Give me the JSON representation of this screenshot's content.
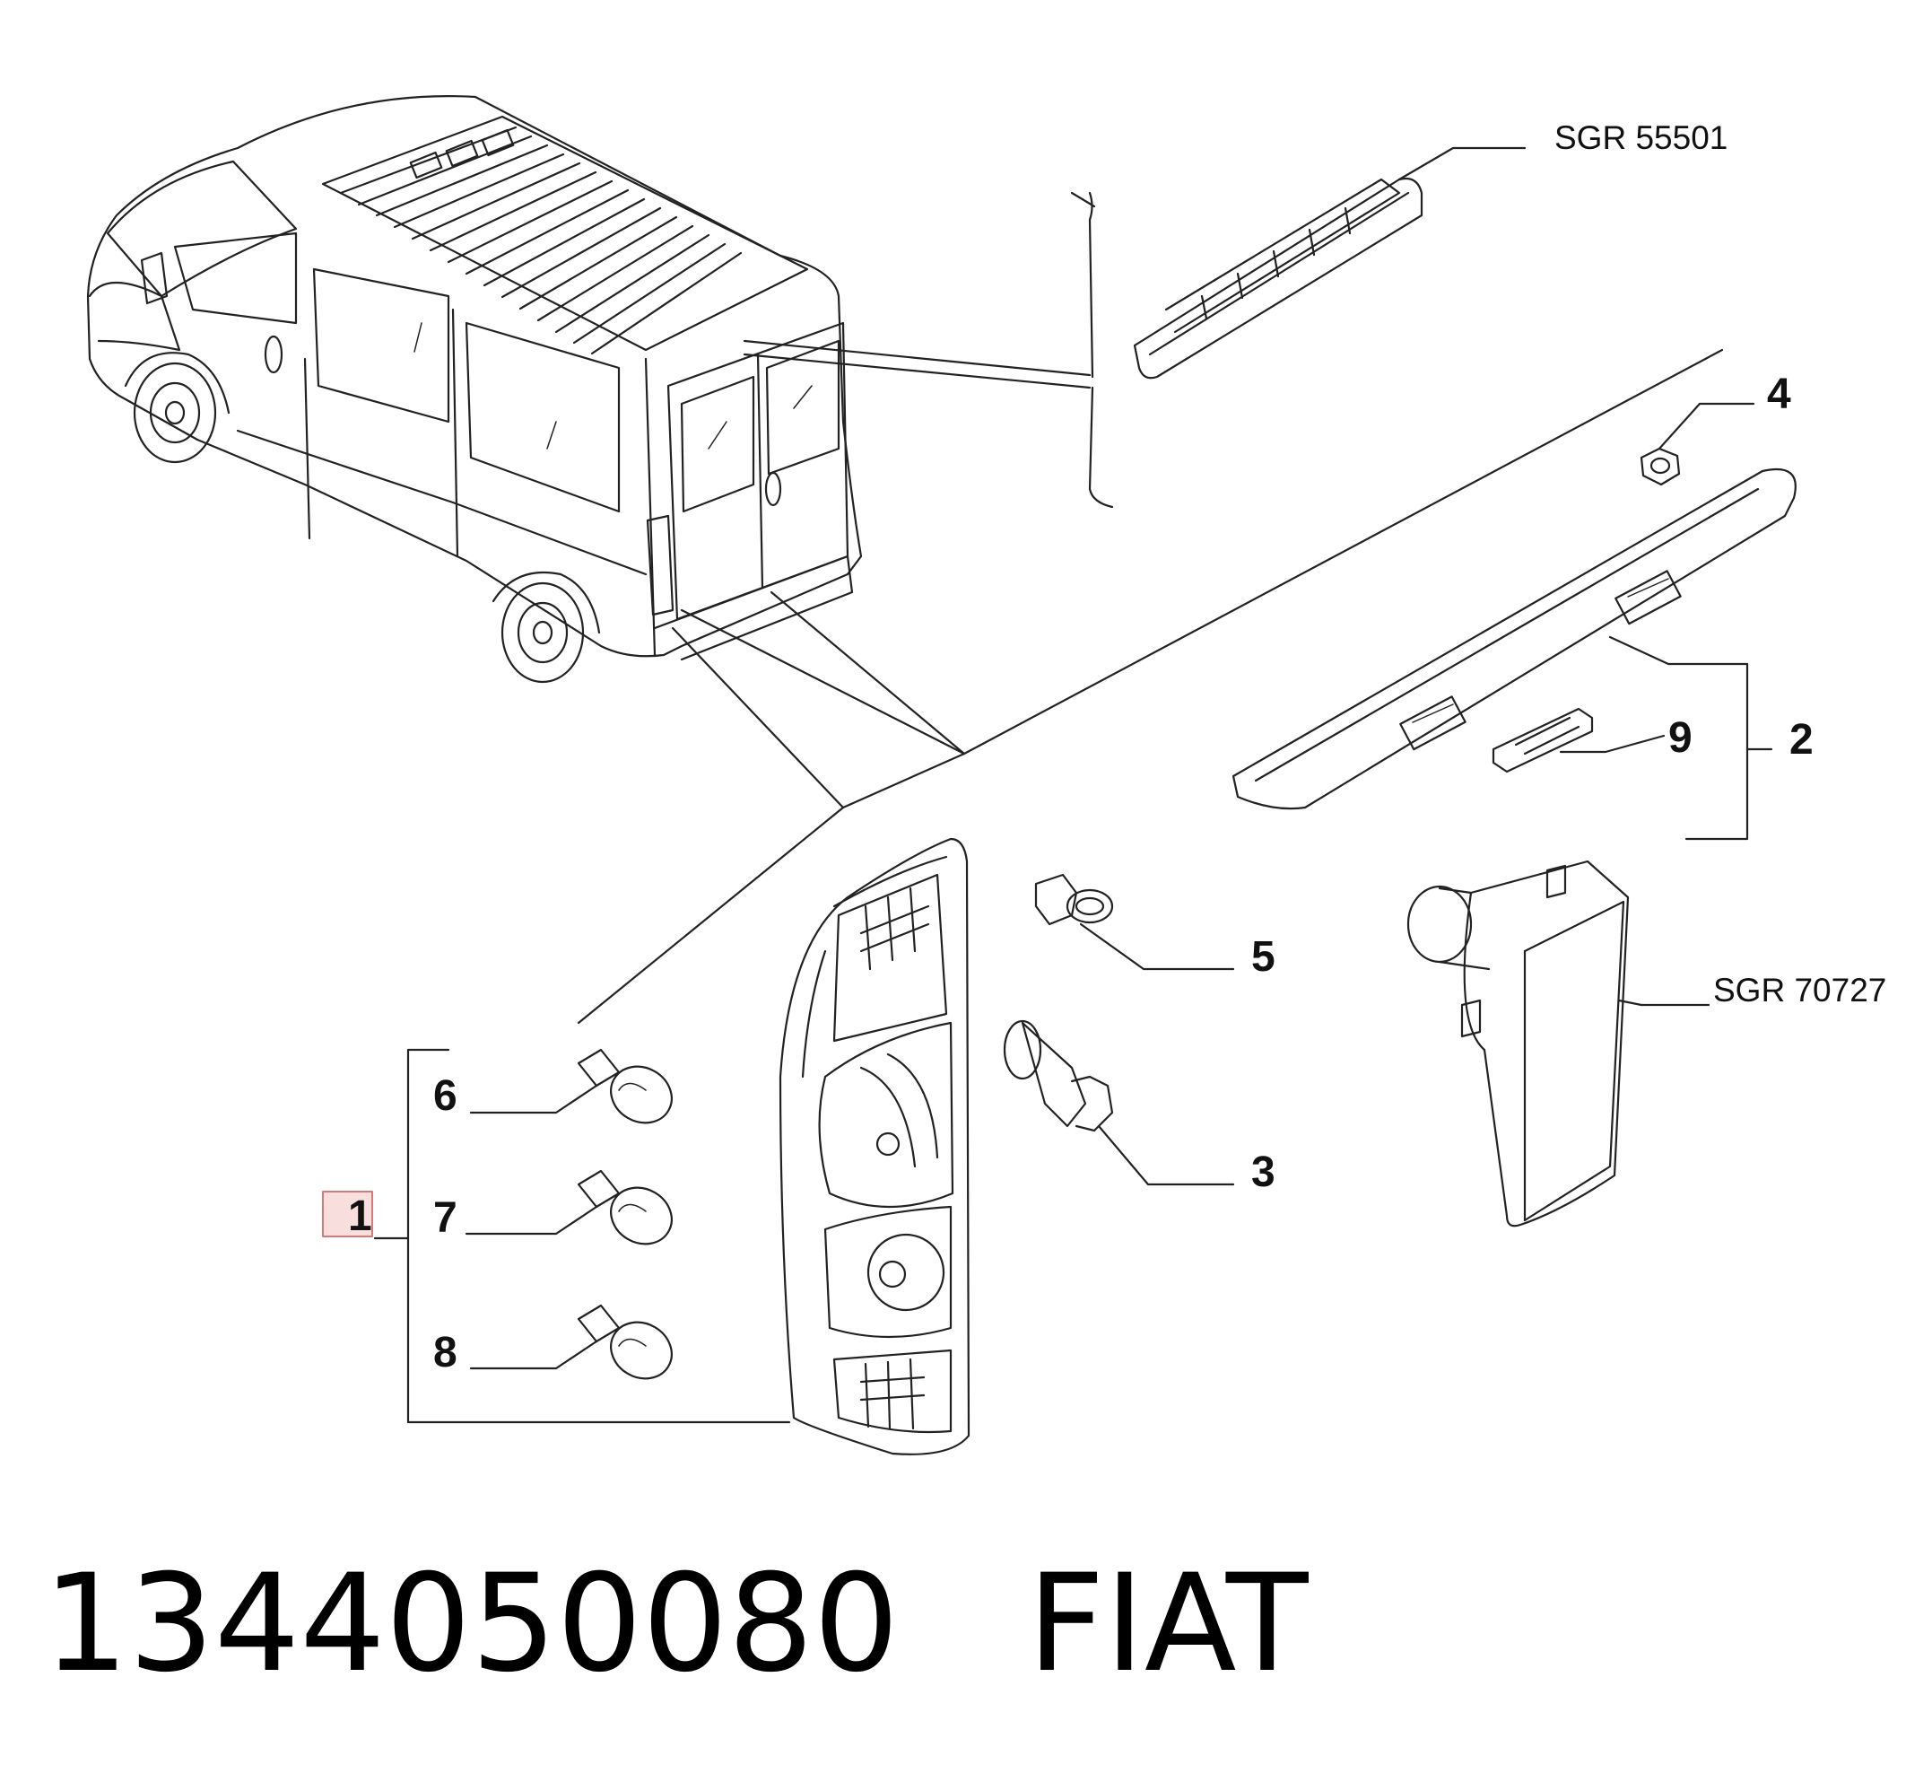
{
  "diagram": {
    "callouts": [
      "1",
      "2",
      "3",
      "4",
      "5",
      "6",
      "7",
      "8",
      "9"
    ],
    "references": [
      "SGR 55501",
      "SGR 70727"
    ],
    "highlighted_callout": "1",
    "highlight_color": "#e8a0a0"
  },
  "caption": {
    "part_number": "1344050080",
    "brand": "FIAT"
  }
}
